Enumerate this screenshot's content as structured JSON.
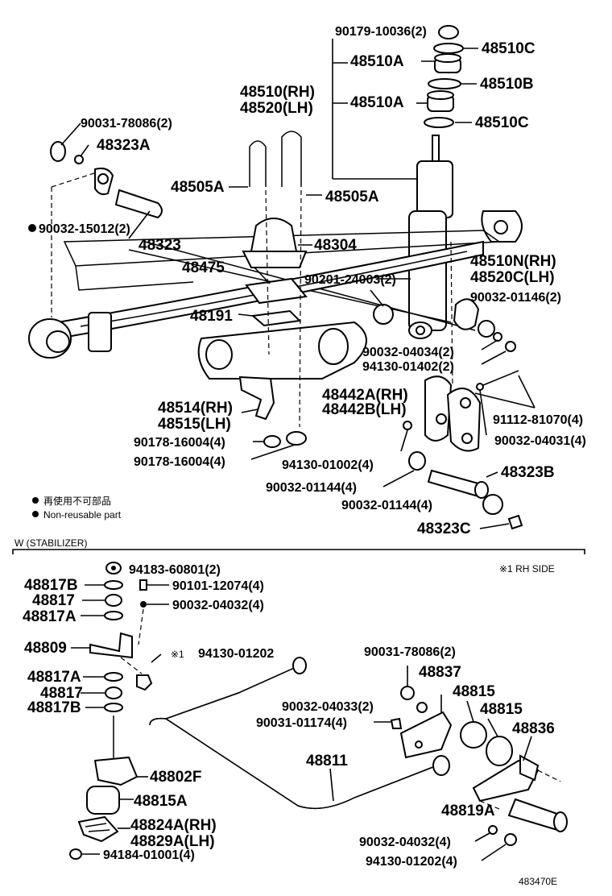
{
  "diagram_code": "483470E",
  "legend": {
    "jp": "再使用不可部品",
    "en": "Non-reusable part"
  },
  "stabilizer_section": {
    "title": "W (STABILIZER)",
    "note": "※1 RH SIDE",
    "mark": "※1"
  },
  "labels": {
    "p90179": "90179-10036(2)",
    "p48510C_a": "48510C",
    "p48510A_a": "48510A",
    "p48510B": "48510B",
    "p48510RH": "48510(RH)",
    "p48520LH": "48520(LH)",
    "p48510A_b": "48510A",
    "p48510C_b": "48510C",
    "p90031_78086_a": "90031-78086(2)",
    "p48323A": "48323A",
    "p48505A_a": "48505A",
    "p48505A_b": "48505A",
    "p90032_15012": "90032-15012(2)",
    "p48323": "48323",
    "p48304": "48304",
    "p48475": "48475",
    "p90201": "90201-24003(2)",
    "p48510N": "48510N(RH)",
    "p48520C": "48520C(LH)",
    "p90032_01146": "90032-01146(2)",
    "p48191": "48191",
    "p90032_04034": "90032-04034(2)",
    "p94130_01402": "94130-01402(2)",
    "p48442A": "48442A(RH)",
    "p48442B": "48442B(LH)",
    "p48514": "48514(RH)",
    "p48515": "48515(LH)",
    "p91112": "91112-81070(4)",
    "p90178_a": "90178-16004(4)",
    "p90032_04031": "90032-04031(4)",
    "p90178_b": "90178-16004(4)",
    "p94130_01002": "94130-01002(4)",
    "p48323B": "48323B",
    "p90032_01144_a": "90032-01144(4)",
    "p90032_01144_b": "90032-01144(4)",
    "p48323C": "48323C",
    "p94183": "94183-60801(2)",
    "p48817B_a": "48817B",
    "p90101": "90101-12074(4)",
    "p48817_a": "48817",
    "p90032_04032_a": "90032-04032(4)",
    "p48817A_a": "48817A",
    "p48809": "48809",
    "p94130_01202_a": "94130-01202",
    "p48817A_b": "48817A",
    "p48817_b": "48817",
    "p48817B_b": "48817B",
    "p90031_78086_b": "90031-78086(2)",
    "p48837": "48837",
    "p90032_04033": "90032-04033(2)",
    "p48815_a": "48815",
    "p90031_01174": "90031-01174(4)",
    "p48815_b": "48815",
    "p48836": "48836",
    "p48811": "48811",
    "p48802F": "48802F",
    "p48815A": "48815A",
    "p48819A": "48819A",
    "p48824A": "48824A(RH)",
    "p48829A": "48829A(LH)",
    "p90032_04032_b": "90032-04032(4)",
    "p94184": "94184-01001(4)",
    "p94130_01202_b": "94130-01202(4)"
  }
}
